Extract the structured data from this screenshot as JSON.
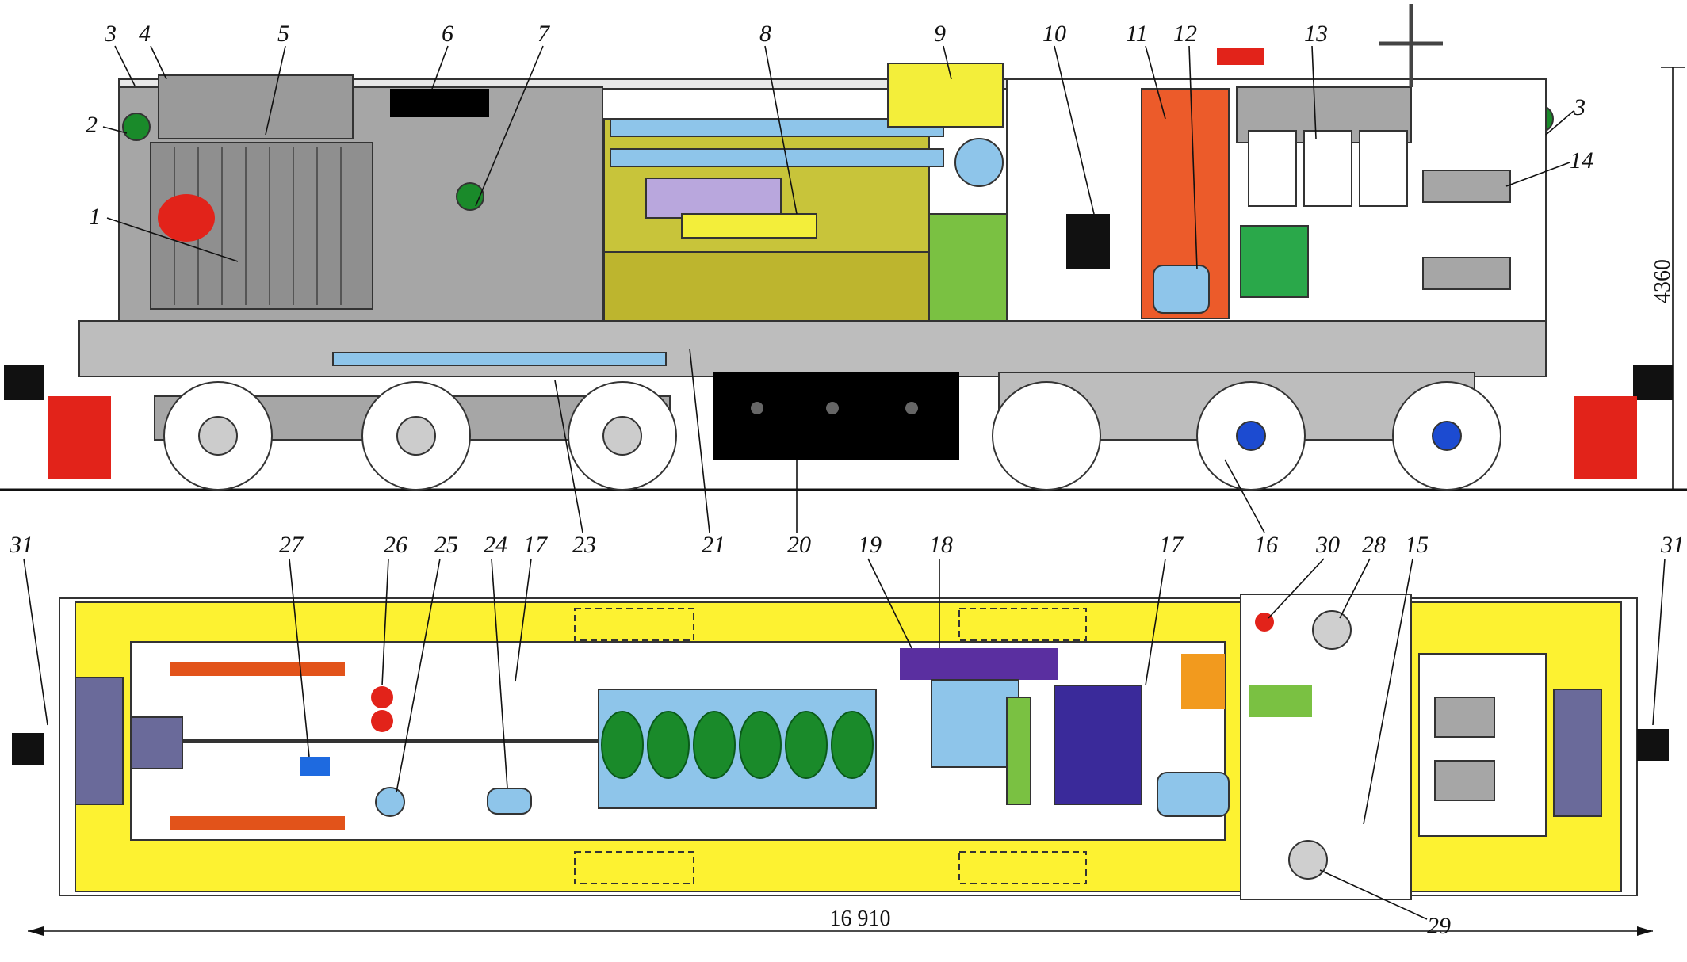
{
  "colors": {
    "engine": "#c8c43a",
    "cooling_pipe": "#8ec5ea",
    "generator": "#7ac142",
    "frame_yellow": "#fdf231",
    "body_grey": "#a6a6a6",
    "red": "#e2231a",
    "fuel_tank": "#000000",
    "blower": "#f0e64a",
    "purple": "#5a2fa0"
  },
  "icons": [
    "coupler-icon",
    "headlight-icon",
    "horn-icon",
    "handbrake-wheel-icon",
    "battery-icon",
    "cylinder-icon"
  ],
  "callouts": {
    "side_view": [
      "1",
      "2",
      "3",
      "4",
      "5",
      "6",
      "7",
      "8",
      "9",
      "10",
      "11",
      "12",
      "13",
      "3",
      "14"
    ],
    "lower_row": [
      "23",
      "21",
      "20",
      "16"
    ],
    "plan_view": [
      "31",
      "27",
      "26",
      "25",
      "24",
      "17",
      "23",
      "21",
      "20",
      "19",
      "18",
      "17",
      "16",
      "30",
      "28",
      "15",
      "31",
      "29"
    ]
  },
  "dimensions": {
    "height": "4360",
    "length": "16 910"
  }
}
